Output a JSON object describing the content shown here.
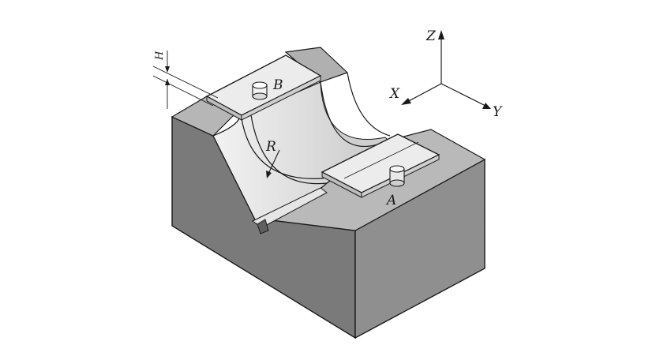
{
  "figure": {
    "axes": {
      "z": "Z",
      "x": "X",
      "y": "Y"
    },
    "labels": {
      "pin_b": "B",
      "pin_a": "A",
      "radius": "R",
      "height": "H"
    },
    "colors": {
      "block_top": "#b9b9b9",
      "block_left": "#7a7a7a",
      "block_right": "#8e8e8e",
      "slot_surface": "#e2e2e2",
      "plate": "#ececec",
      "ink": "#1a1a1a"
    }
  }
}
